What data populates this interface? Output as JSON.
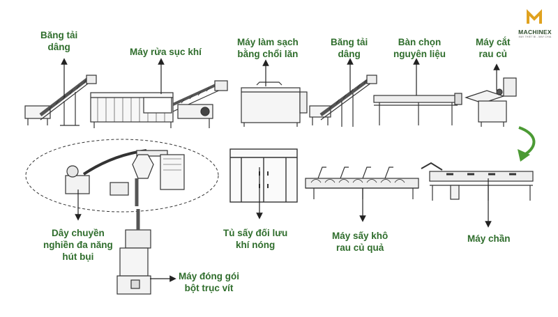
{
  "brand": {
    "name": "MACHINEX",
    "tagline": "MAY THIET BI - MAY CHIA"
  },
  "colors": {
    "label": "#2f6d2c",
    "arrow_green": "#4b9a34",
    "line": "#333333",
    "logo_gold": "#e0a21f"
  },
  "labels": {
    "incline_conveyor_1": [
      "Băng tải",
      "dâng"
    ],
    "bubble_washer": [
      "Máy rửa sục khí"
    ],
    "brush_cleaner": [
      "Máy làm sạch",
      "bằng chổi lăn"
    ],
    "incline_conveyor_2": [
      "Băng tải",
      "dâng"
    ],
    "sorting_table": [
      "Bàn chọn",
      "nguyên liệu"
    ],
    "vegetable_cutter": [
      "Máy cắt",
      "rau củ"
    ],
    "grinding_line": [
      "Dây chuyền",
      "nghiền đa năng",
      "hút bụi"
    ],
    "convection_dryer": [
      "Tủ sấy đối lưu",
      "khí nóng"
    ],
    "vegetable_dryer": [
      "Máy sấy khô",
      "rau củ quả"
    ],
    "blancher": [
      "Máy chần"
    ],
    "screw_packer": [
      "Máy đóng gói",
      "bột trục vít"
    ]
  }
}
